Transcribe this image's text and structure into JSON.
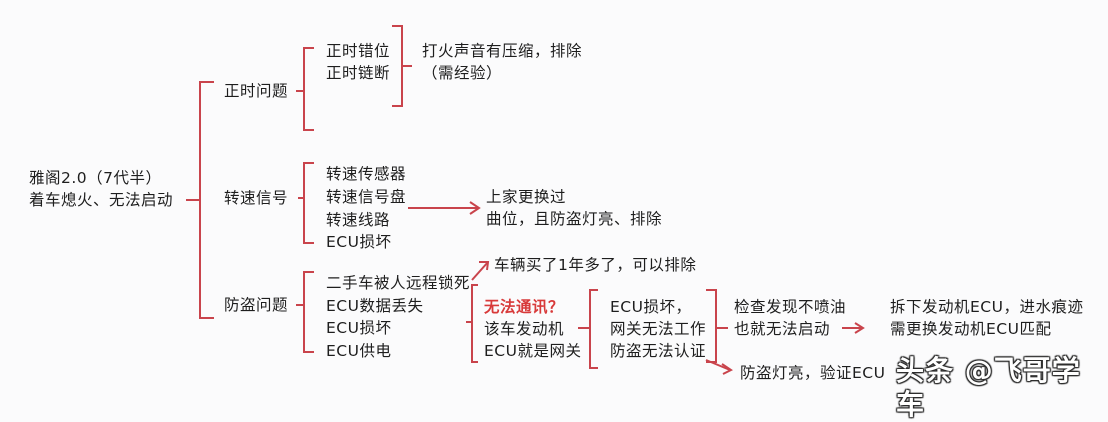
{
  "root": {
    "line1": "雅阁2.0（7代半）",
    "line2": "着车熄火、无法启动"
  },
  "branches": {
    "timing": {
      "label": "正时问题",
      "causes": [
        "正时错位",
        "正时链断"
      ],
      "result": [
        "打火声音有压缩，排除",
        "（需经验）"
      ]
    },
    "rpm": {
      "label": "转速信号",
      "causes": [
        "转速传感器",
        "转速信号盘",
        "转速线路",
        "ECU损坏"
      ],
      "result": [
        "上家更换过",
        "曲位，且防盗灯亮、排除"
      ]
    },
    "antitheft": {
      "label": "防盗问题",
      "causes": [
        "二手车被人远程锁死",
        "ECU数据丢失",
        "ECU损坏",
        "ECU供电"
      ],
      "lock_result": "车辆买了1年多了，可以排除",
      "comm": {
        "question": "无法通讯？",
        "lines": [
          "该车发动机",
          "ECU就是网关"
        ]
      },
      "ecu": [
        "ECU损坏，",
        "网关无法工作",
        "防盗无法认证"
      ],
      "check": [
        "检查发现不喷油",
        "也就无法启动"
      ],
      "fix": [
        "拆下发动机ECU，进水痕迹",
        "需更换发动机ECU匹配"
      ],
      "light": "防盗灯亮，验证ECU"
    }
  },
  "watermark": "头条 @飞哥学车",
  "colors": {
    "line": "#c9444c",
    "accent_text": "#d83a3a",
    "background": "#fbfbfc"
  }
}
